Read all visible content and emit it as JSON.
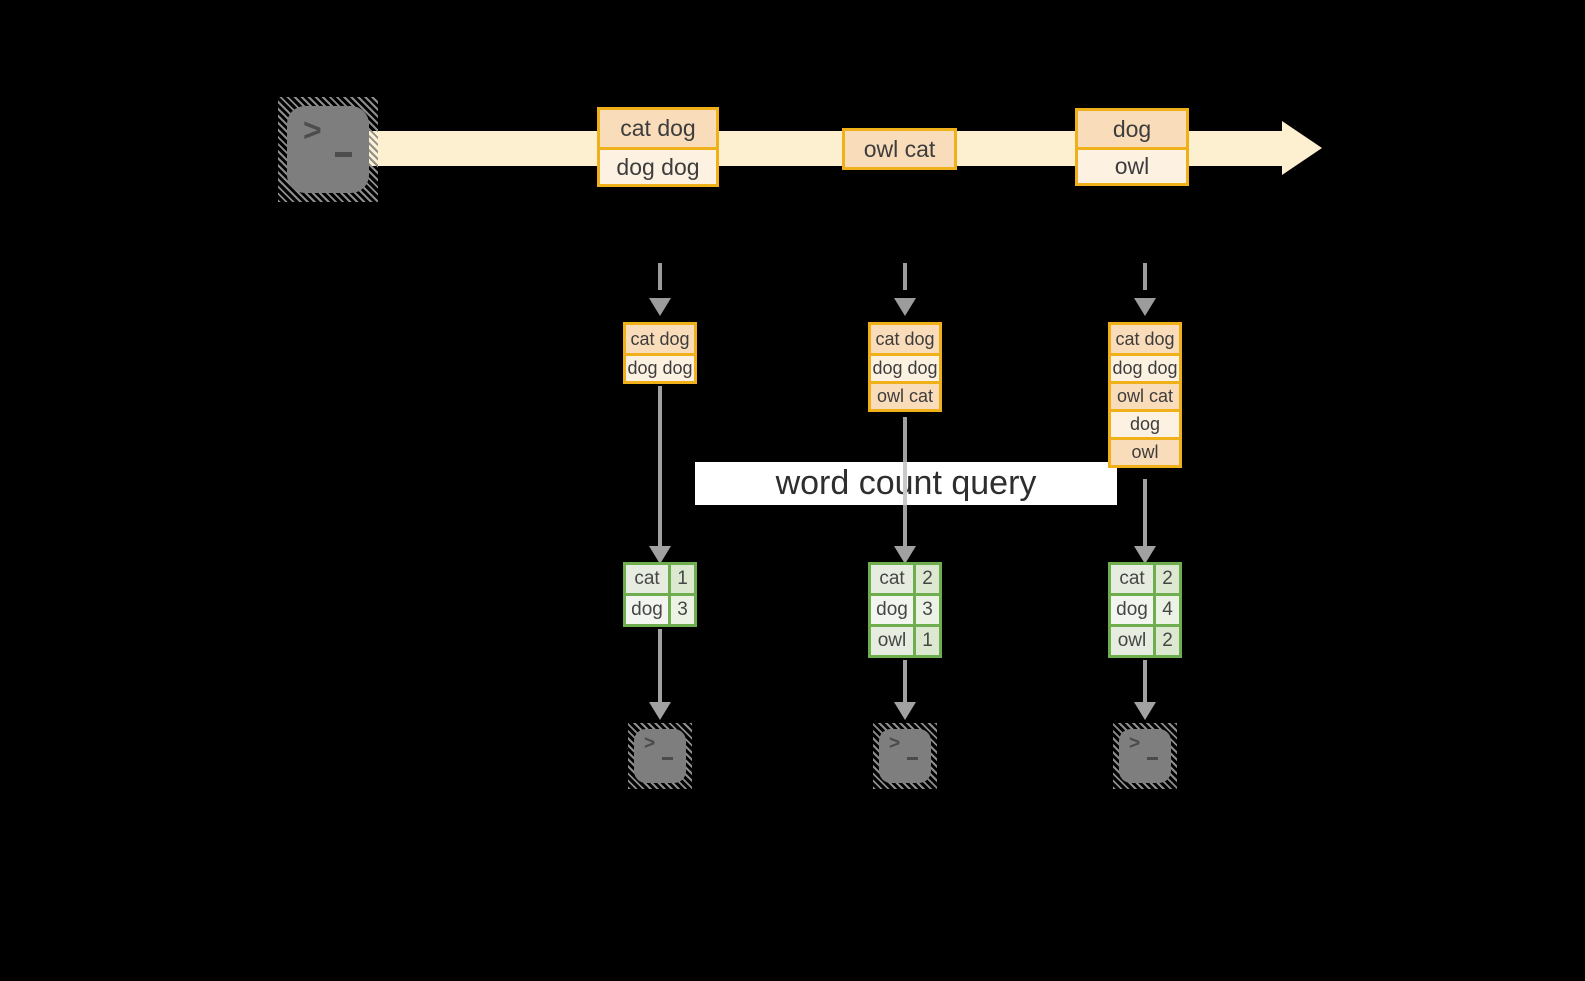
{
  "diagram": {
    "query_label": "word count query",
    "prompt": ">",
    "timeline_events": [
      {
        "rows": [
          "cat dog",
          "dog dog"
        ]
      },
      {
        "rows": [
          "owl cat"
        ]
      },
      {
        "rows": [
          "dog",
          "owl"
        ]
      }
    ],
    "batches": [
      {
        "rows": [
          "cat dog",
          "dog dog"
        ]
      },
      {
        "rows": [
          "cat dog",
          "dog dog",
          "owl cat"
        ]
      },
      {
        "rows": [
          "cat dog",
          "dog dog",
          "owl cat",
          "dog",
          "owl"
        ]
      }
    ],
    "count_tables": [
      {
        "rows": [
          [
            "cat",
            "1"
          ],
          [
            "dog",
            "3"
          ]
        ]
      },
      {
        "rows": [
          [
            "cat",
            "2"
          ],
          [
            "dog",
            "3"
          ],
          [
            "owl",
            "1"
          ]
        ]
      },
      {
        "rows": [
          [
            "cat",
            "2"
          ],
          [
            "dog",
            "4"
          ],
          [
            "owl",
            "2"
          ]
        ]
      }
    ],
    "icons": {
      "source": "terminal-icon",
      "sinks": [
        "terminal-icon",
        "terminal-icon",
        "terminal-icon"
      ]
    },
    "colors": {
      "stream_band": "#fcf0d0",
      "event_border": "#f0b019",
      "event_fill_dark": "#f9dcba",
      "event_fill_light": "#fdf2e2",
      "table_border": "#6fae4e",
      "table_fill_tint": "#e7ece0",
      "table_fill_light": "#f3f6f0",
      "arrow_gray": "#a1a1a1",
      "terminal_gray": "#7e7e7e",
      "query_band_bg": "#ffffff",
      "text": "#3d3d3d"
    }
  }
}
